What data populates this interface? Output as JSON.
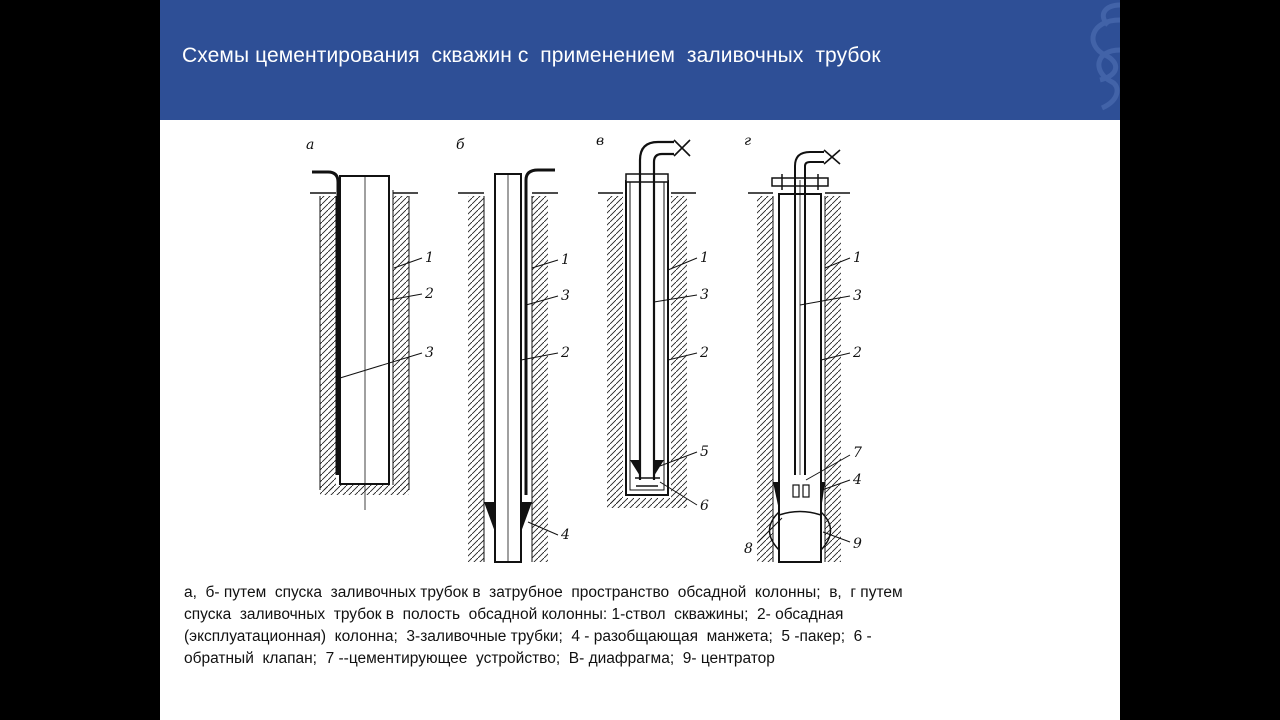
{
  "slide": {
    "title": "Схемы цементирования  скважин с  применением  заливочных  трубок"
  },
  "diagram": {
    "panels": [
      {
        "letter": "а",
        "labels": [
          "1",
          "2",
          "3"
        ]
      },
      {
        "letter": "б",
        "labels": [
          "1",
          "3",
          "2",
          "4"
        ]
      },
      {
        "letter": "в",
        "labels": [
          "1",
          "3",
          "2",
          "5",
          "6"
        ]
      },
      {
        "letter": "г",
        "labels": [
          "1",
          "3",
          "2",
          "7",
          "4",
          "8",
          "9"
        ]
      }
    ]
  },
  "caption": {
    "lines": [
      "а,  б- путем  спуска  заливочных трубок в  затрубное  пространство  обсадной  колонны;  в,  г путем",
      "спуска  заливочных  трубок в  полость  обсадной колонны: 1-ствол  скважины;  2- обсадная",
      "(эксплуатационная)  колонна;  3-заливочные трубки;  4 - разобщающая  манжета;  5 -пакер;  6 -",
      "обратный  клапан;  7 --цементирующее  устройство;  В- диафрагма;  9- центратор"
    ]
  },
  "colors": {
    "header": "#2e4f96",
    "ink": "#111111",
    "frame": "#000000"
  }
}
